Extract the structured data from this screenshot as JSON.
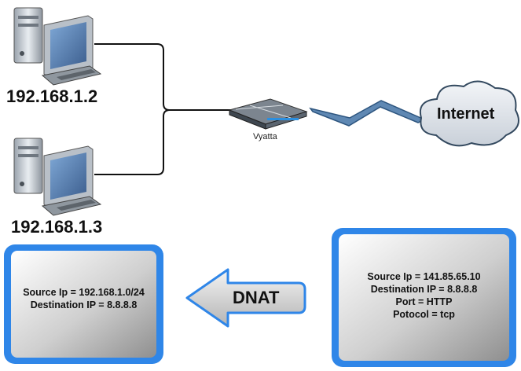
{
  "hosts": [
    {
      "ip": "192.168.1.2",
      "icon": "workstation-icon"
    },
    {
      "ip": "192.168.1.3",
      "icon": "workstation-icon"
    }
  ],
  "router": {
    "label": "Vyatta",
    "icon": "switch-icon"
  },
  "cloud": {
    "label": "Internet",
    "icon": "cloud-icon"
  },
  "dnat": {
    "label": "DNAT",
    "direction": "left"
  },
  "left_box": {
    "lines": [
      "Source Ip = 192.168.1.0/24",
      "Destination IP = 8.8.8.8"
    ]
  },
  "right_box": {
    "lines": [
      "Source Ip = 141.85.65.10",
      "Destination IP = 8.8.8.8",
      "Port = HTTP",
      "Potocol = tcp"
    ]
  },
  "colors": {
    "box_border": "#2f86e8",
    "link_lightning": "#3d6f9a",
    "cloud_fill": "#dde3ea"
  }
}
